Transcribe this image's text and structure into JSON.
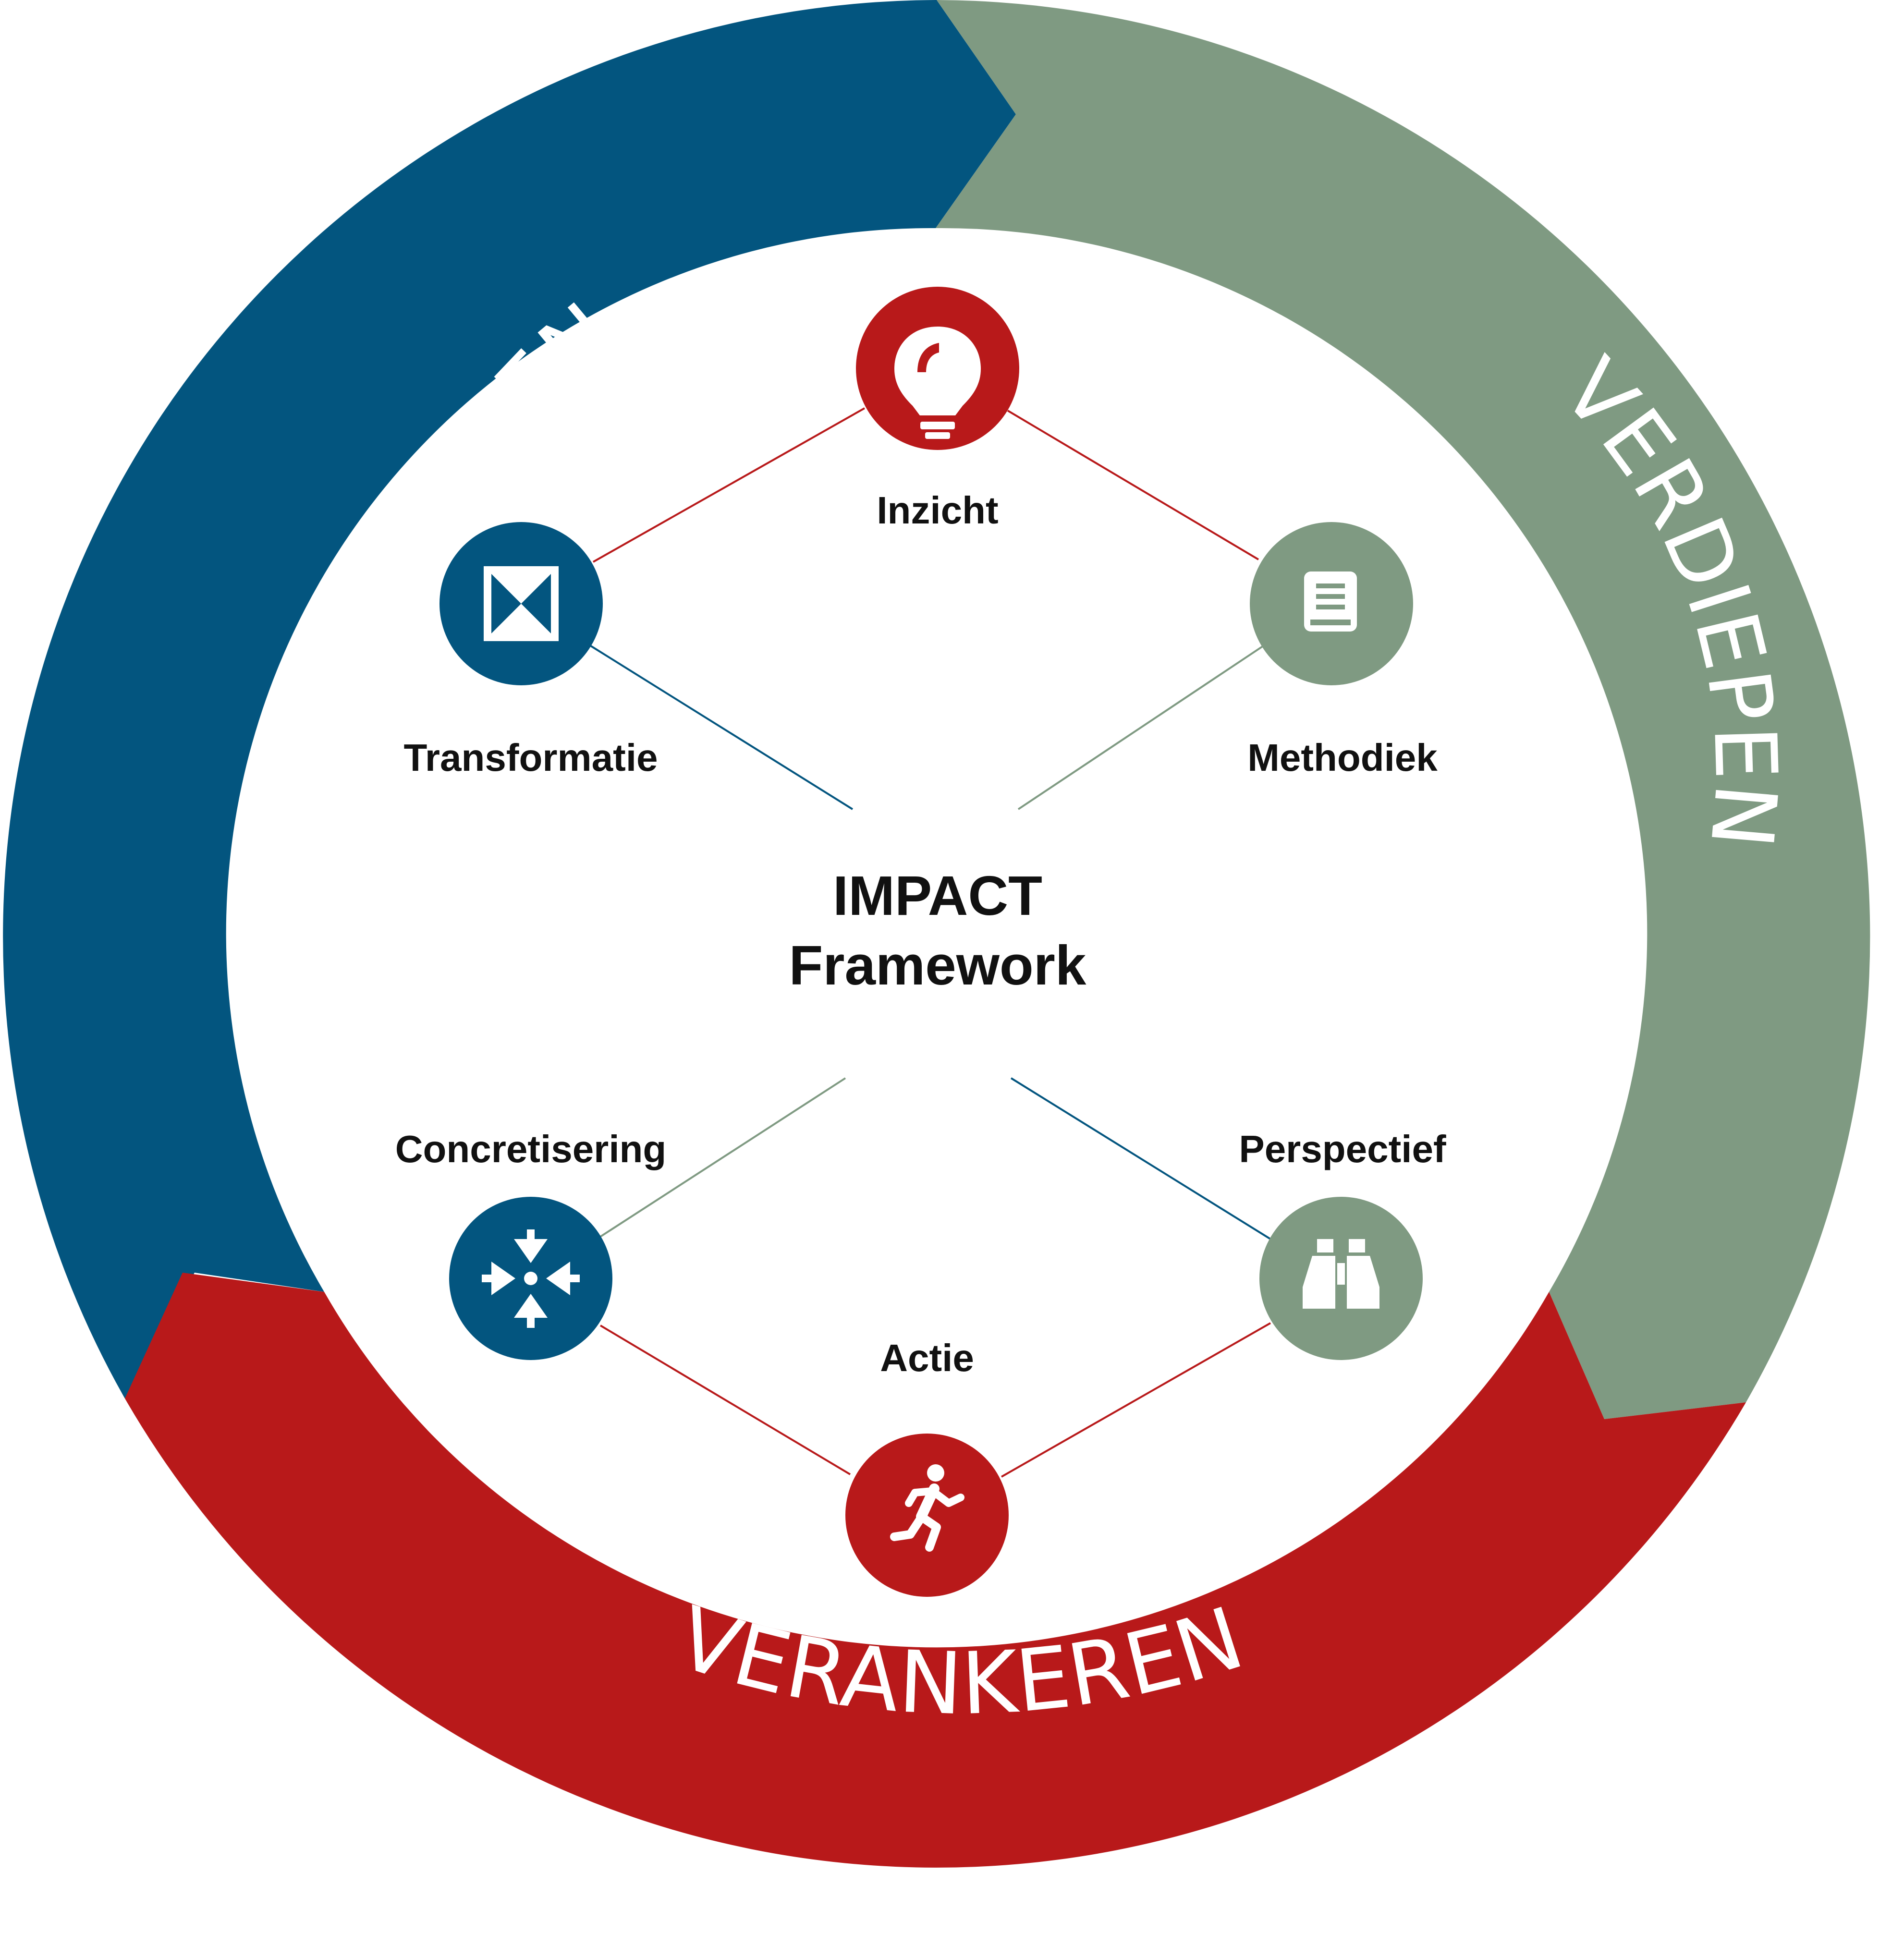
{
  "colors": {
    "blue": "#03557F",
    "green": "#7F9A82",
    "red": "#B8191A",
    "text": "#111111",
    "white": "#FFFFFF"
  },
  "center": {
    "line1": "IMPACT",
    "line2": "Framework"
  },
  "phases": {
    "ontdekken": "ONTDEKKEN",
    "verdiepen": "VERDIEPEN",
    "verankeren": "VERANKEREN"
  },
  "nodes": {
    "inzicht": {
      "label": "Inzicht",
      "icon": "lightbulb-icon",
      "color": "red"
    },
    "methodiek": {
      "label": "Methodiek",
      "icon": "book-icon",
      "color": "green"
    },
    "perspectief": {
      "label": "Perspectief",
      "icon": "binoculars-icon",
      "color": "green"
    },
    "actie": {
      "label": "Actie",
      "icon": "running-person-icon",
      "color": "red"
    },
    "concretisering": {
      "label": "Concretisering",
      "icon": "arrows-converge-icon",
      "color": "blue"
    },
    "transformatie": {
      "label": "Transformatie",
      "icon": "hourglass-box-icon",
      "color": "blue"
    }
  }
}
